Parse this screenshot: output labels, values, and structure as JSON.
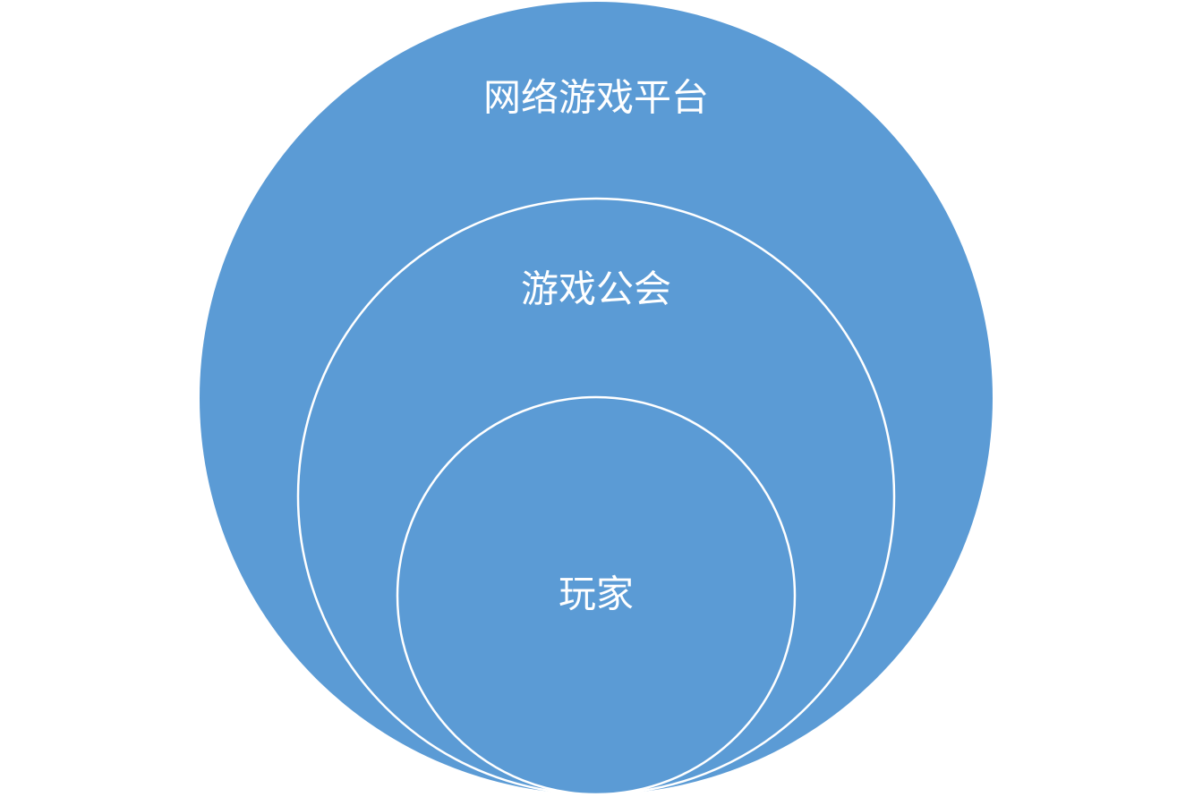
{
  "diagram": {
    "type": "nested-circles",
    "fill_color": "#5b9bd5",
    "outline_color": "#ffffff",
    "text_color": "#ffffff",
    "levels": [
      {
        "label": "网络游戏平台"
      },
      {
        "label": "游戏公会"
      },
      {
        "label": "玩家"
      }
    ]
  }
}
